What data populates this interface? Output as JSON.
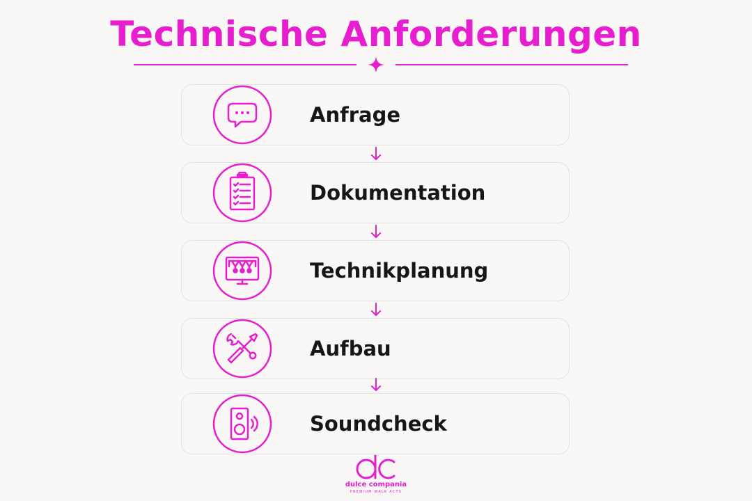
{
  "title": "Technische Anforderungen",
  "accent_color": "#e61ed0",
  "steps": [
    {
      "label": "Anfrage",
      "icon": "speech-bubble-icon"
    },
    {
      "label": "Dokumentation",
      "icon": "clipboard-checklist-icon"
    },
    {
      "label": "Technikplanung",
      "icon": "stage-lighting-icon"
    },
    {
      "label": "Aufbau",
      "icon": "wrench-screwdriver-icon"
    },
    {
      "label": "Soundcheck",
      "icon": "speaker-icon"
    }
  ],
  "logo": {
    "name": "dulce compania",
    "tagline": "PREMIUM WALK ACTS"
  }
}
